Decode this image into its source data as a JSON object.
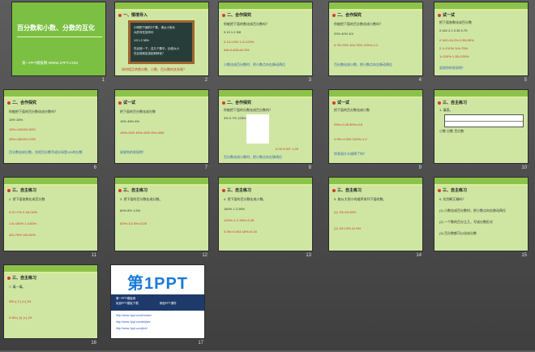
{
  "slides": [
    {
      "num": "1",
      "title": "百分数和小数、分数的互化",
      "subtitle": "第一PPT模板网-WWW.1PPT.COM"
    },
    {
      "num": "2",
      "header": "一、情境导入",
      "lines": [
        "小明把下面的3个数，请从小到大",
        "大的写在括号中",
        "1/3  1.2  38%",
        "先比较一下，这几个数中，比较大小",
        "在比较前应该如何转化？"
      ],
      "caption": "如何相互转换分数、小数、百分数的关系呢？"
    },
    {
      "num": "3",
      "header": "二、合作探究",
      "lines": [
        "你能把下面的数化成百分数吗？",
        "0.13   1.2   5/8",
        "0.13=13%   1.2=120%",
        "5/8=0.625=62.5%",
        "小数化成百分数时，把小数点向右移动两位"
      ]
    },
    {
      "num": "4",
      "header": "二、合作探究",
      "lines": [
        "你能把下面的百分数化成小数吗？",
        "20%   40%   3/4",
        "0.75=75%  3/4=75%  120%=1.2",
        "百分数化成小数，把小数点向左移动两位"
      ]
    },
    {
      "num": "5",
      "header": "试一试",
      "lines": [
        "把下面各数化成百分数",
        "0.162   2.1   0.35   0.75",
        "0.162=16.2%  0.35=35%",
        "2.1=210%  3/4=75%",
        "1=100%  1.35=135%",
        "说说你的发现吧！"
      ]
    },
    {
      "num": "6",
      "header": "二、合作探究",
      "lines": [
        "你能把下面的百分数化成分数吗？",
        "15%   28%",
        "15%=15/100=3/20",
        "28%=28/100=7/25",
        "百分数化成分数，先把百分数写成分母是100的分数"
      ]
    },
    {
      "num": "7",
      "header": "试一试",
      "lines": [
        "把下面的百分数化成分数",
        "15%   45%   6%",
        "15%=3/20  45%=9/20  6%=3/50",
        "说说你的发现吧！"
      ]
    },
    {
      "num": "8",
      "header": "二、合作探究",
      "lines": [
        "你能把下面的分数化成百分数吗？",
        "3%   0.7%   125%",
        "0.03   0.007   1.25",
        "百分数化成小数时，把小数点向左移两位"
      ]
    },
    {
      "num": "9",
      "header": "试一试",
      "lines": [
        "把下面的百分数化成小数",
        "25%=0.25   80%=0.8",
        "0.9%=0.009   120%=1.2",
        "你发现什么规律了吗？"
      ]
    },
    {
      "num": "10",
      "header": "三、自主练习",
      "lines": [
        "1. 填表。",
        "小数  分数  百分数"
      ]
    },
    {
      "num": "11",
      "header": "三、自主练习",
      "lines": [
        "2. 把下面各数化成百分数",
        "0.07=7%   0.16=16%",
        "1.5=150%   1=100%",
        "3/4=75%   1/5=20%"
      ]
    },
    {
      "num": "12",
      "header": "三、自主练习",
      "lines": [
        "3. 把下面的百分数化成分数。",
        "60%   8%   1.5%",
        "50%=1/2   8%=2/25"
      ]
    },
    {
      "num": "13",
      "header": "三、自主练习",
      "lines": [
        "4. 把下面的百分数化成小数。",
        "180%   1.3   28%",
        "120%=1.2   28%=0.28",
        "0.3%=0.003   18%=0.18"
      ]
    },
    {
      "num": "14",
      "header": "三、自主练习",
      "lines": [
        "5. 按从大到小的顺序排列下面的数。",
        "(1) 7/8   2/3   60%",
        "(2) 1/5   13%   12.5%"
      ]
    },
    {
      "num": "15",
      "header": "三、自主练习",
      "lines": [
        "6. 先判断正确吗？",
        "(1) 小数化成百分数时，把小数点向右移动两位",
        "(2) 一个数的百分之几，写成分数形式",
        "(3) 百分数都可以化成分数"
      ]
    },
    {
      "num": "16",
      "header": "三、自主练习",
      "lines": [
        "7. 填一填。",
        "3/5=( )÷( )=( )%",
        "0.45=( )/( )=( )%"
      ]
    },
    {
      "num": "17",
      "logo": "第1PPT",
      "band": [
        "第一PPT模板网",
        "免费PPT模板下载",
        "精品PPT课件"
      ],
      "links": [
        "http://www.1ppt.com/moban/",
        "http://www.1ppt.com/kejian/",
        "http://www.1ppt.com/jieri/"
      ]
    }
  ]
}
